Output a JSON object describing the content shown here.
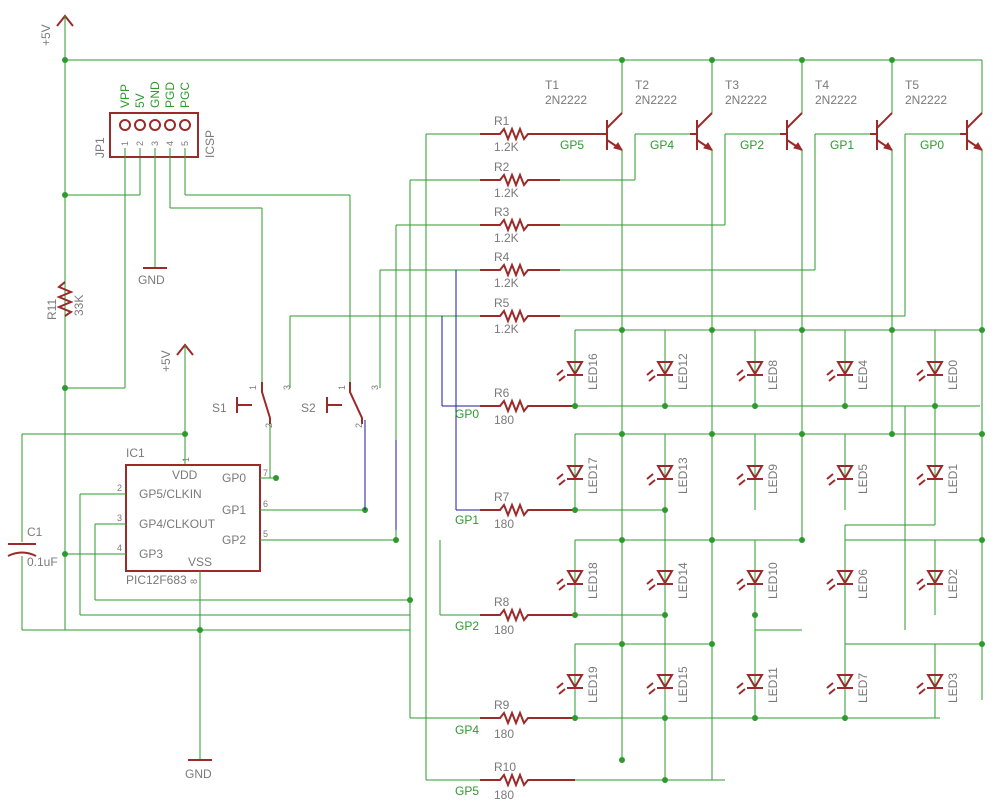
{
  "power": {
    "vcc_top": "+5V",
    "vcc_ic": "+5V",
    "gnd_jp": "GND",
    "gnd_main": "GND"
  },
  "header": {
    "name": "JP1",
    "title": "ICSP",
    "pins": [
      "VPP",
      "5V",
      "GND",
      "PGD",
      "PGC"
    ],
    "numbers": [
      "1",
      "2",
      "3",
      "4",
      "5"
    ]
  },
  "pullup": {
    "name": "R11",
    "value": "33K"
  },
  "capacitor": {
    "name": "C1",
    "value": "0.1uF"
  },
  "switches": [
    {
      "name": "S1",
      "pins": [
        "1",
        "2",
        "3"
      ]
    },
    {
      "name": "S2",
      "pins": [
        "1",
        "2",
        "3"
      ]
    }
  ],
  "ic": {
    "name": "IC1",
    "part": "PIC12F683",
    "pins": [
      {
        "num": "1",
        "label": "VDD"
      },
      {
        "num": "2",
        "label": "GP5/CLKIN"
      },
      {
        "num": "3",
        "label": "GP4/CLKOUT"
      },
      {
        "num": "4",
        "label": "GP3"
      },
      {
        "num": "5",
        "label": "GP2"
      },
      {
        "num": "6",
        "label": "GP1"
      },
      {
        "num": "7",
        "label": "GP0"
      },
      {
        "num": "8",
        "label": "VSS"
      }
    ]
  },
  "transistors": [
    {
      "name": "T1",
      "part": "2N2222",
      "base_net": "GP5"
    },
    {
      "name": "T2",
      "part": "2N2222",
      "base_net": "GP4"
    },
    {
      "name": "T3",
      "part": "2N2222",
      "base_net": "GP2"
    },
    {
      "name": "T4",
      "part": "2N2222",
      "base_net": "GP1"
    },
    {
      "name": "T5",
      "part": "2N2222",
      "base_net": "GP0"
    }
  ],
  "base_resistors": [
    {
      "name": "R1",
      "value": "1.2K"
    },
    {
      "name": "R2",
      "value": "1.2K"
    },
    {
      "name": "R3",
      "value": "1.2K"
    },
    {
      "name": "R4",
      "value": "1.2K"
    },
    {
      "name": "R5",
      "value": "1.2K"
    }
  ],
  "row_resistors": [
    {
      "name": "R6",
      "value": "180",
      "net": "GP0"
    },
    {
      "name": "R7",
      "value": "180",
      "net": "GP1"
    },
    {
      "name": "R8",
      "value": "180",
      "net": "GP2"
    },
    {
      "name": "R9",
      "value": "180",
      "net": "GP4"
    },
    {
      "name": "R10",
      "value": "180",
      "net": "GP5"
    }
  ],
  "leds": [
    [
      "LED16",
      "LED12",
      "LED8",
      "LED4",
      "LED0"
    ],
    [
      "LED17",
      "LED13",
      "LED9",
      "LED5",
      "LED1"
    ],
    [
      "LED18",
      "LED14",
      "LED10",
      "LED6",
      "LED2"
    ],
    [
      "LED19",
      "LED15",
      "LED11",
      "LED7",
      "LED3"
    ]
  ]
}
